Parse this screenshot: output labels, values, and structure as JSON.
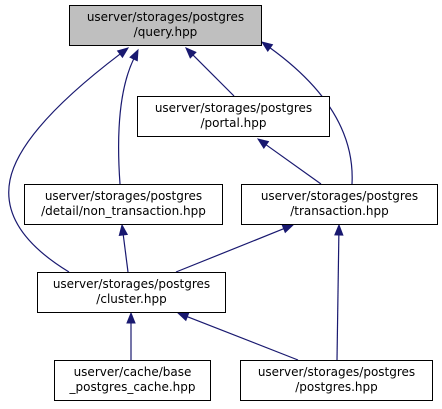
{
  "diagram": {
    "nodes": [
      {
        "id": "query",
        "lines": [
          "userver/storages/postgres",
          "/query.hpp"
        ],
        "highlight": true
      },
      {
        "id": "portal",
        "lines": [
          "userver/storages/postgres",
          "/portal.hpp"
        ]
      },
      {
        "id": "non_transaction",
        "lines": [
          "userver/storages/postgres",
          "/detail/non_transaction.hpp"
        ]
      },
      {
        "id": "transaction",
        "lines": [
          "userver/storages/postgres",
          "/transaction.hpp"
        ]
      },
      {
        "id": "cluster",
        "lines": [
          "userver/storages/postgres",
          "/cluster.hpp"
        ]
      },
      {
        "id": "base_cache",
        "lines": [
          "userver/cache/base",
          "_postgres_cache.hpp"
        ]
      },
      {
        "id": "postgres",
        "lines": [
          "userver/storages/postgres",
          "/postgres.hpp"
        ]
      }
    ],
    "edges": [
      {
        "from": "portal",
        "to": "query"
      },
      {
        "from": "non_transaction",
        "to": "query"
      },
      {
        "from": "transaction",
        "to": "query"
      },
      {
        "from": "cluster",
        "to": "query"
      },
      {
        "from": "transaction",
        "to": "portal"
      },
      {
        "from": "cluster",
        "to": "non_transaction"
      },
      {
        "from": "cluster",
        "to": "transaction"
      },
      {
        "from": "postgres",
        "to": "transaction"
      },
      {
        "from": "base_cache",
        "to": "cluster"
      },
      {
        "from": "postgres",
        "to": "cluster"
      }
    ],
    "colors": {
      "highlight_fill": "#bfbfbf",
      "node_fill": "#ffffff",
      "edge": "#191970"
    }
  }
}
